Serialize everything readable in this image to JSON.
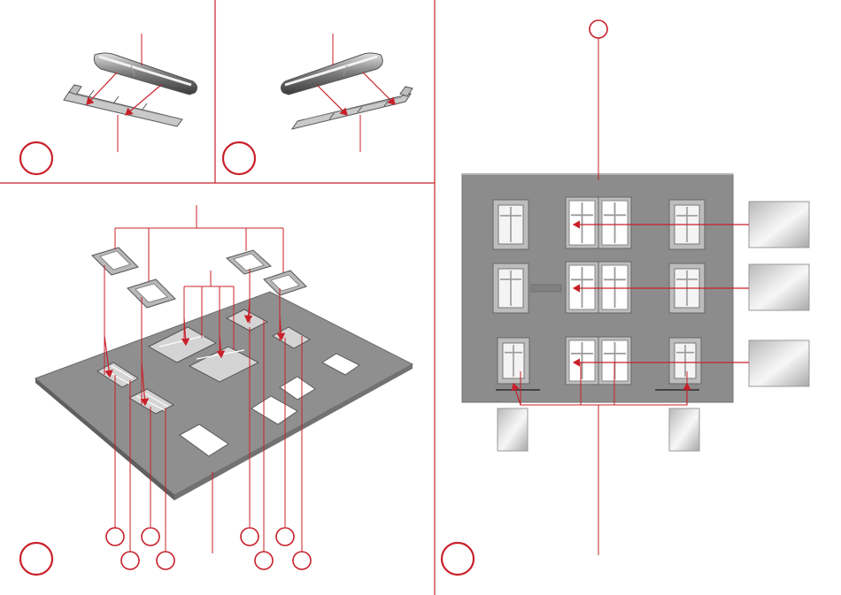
{
  "colors": {
    "accent": "#c8202a",
    "wall_panel": "#8c8c8c",
    "wall_panel_dark": "#6f6f6f",
    "frame": "#bdbdbd",
    "glass": "#e2e2e2"
  },
  "steps": [
    {
      "id": "step-1",
      "label": ""
    },
    {
      "id": "step-2",
      "label": ""
    },
    {
      "id": "step-3",
      "label": ""
    },
    {
      "id": "step-4",
      "label": ""
    }
  ],
  "callouts": {
    "step3_count": 8,
    "step4_count": 1
  }
}
